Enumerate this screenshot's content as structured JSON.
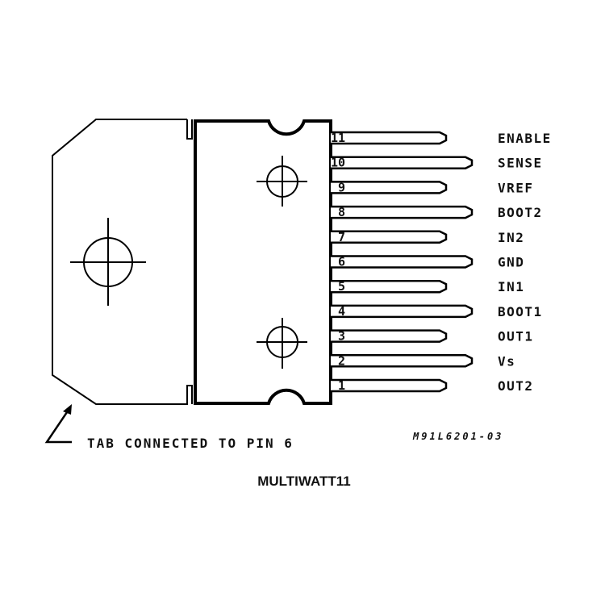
{
  "diagram": {
    "title": "MULTIWATT11",
    "tab_note": "TAB CONNECTED TO PIN 6",
    "drawing_code": "M91L6201-03",
    "line_color": "#000000",
    "background": "#ffffff"
  },
  "pins": [
    {
      "number": "11",
      "label": "ENABLE",
      "long": false
    },
    {
      "number": "10",
      "label": "SENSE",
      "long": true
    },
    {
      "number": "9",
      "label": "VREF",
      "long": false
    },
    {
      "number": "8",
      "label": "BOOT2",
      "long": true
    },
    {
      "number": "7",
      "label": "IN2",
      "long": false
    },
    {
      "number": "6",
      "label": "GND",
      "long": true
    },
    {
      "number": "5",
      "label": "IN1",
      "long": false
    },
    {
      "number": "4",
      "label": "BOOT1",
      "long": true
    },
    {
      "number": "3",
      "label": "OUT1",
      "long": false
    },
    {
      "number": "2",
      "label": "Vs",
      "long": true
    },
    {
      "number": "1",
      "label": "OUT2",
      "long": false
    }
  ]
}
